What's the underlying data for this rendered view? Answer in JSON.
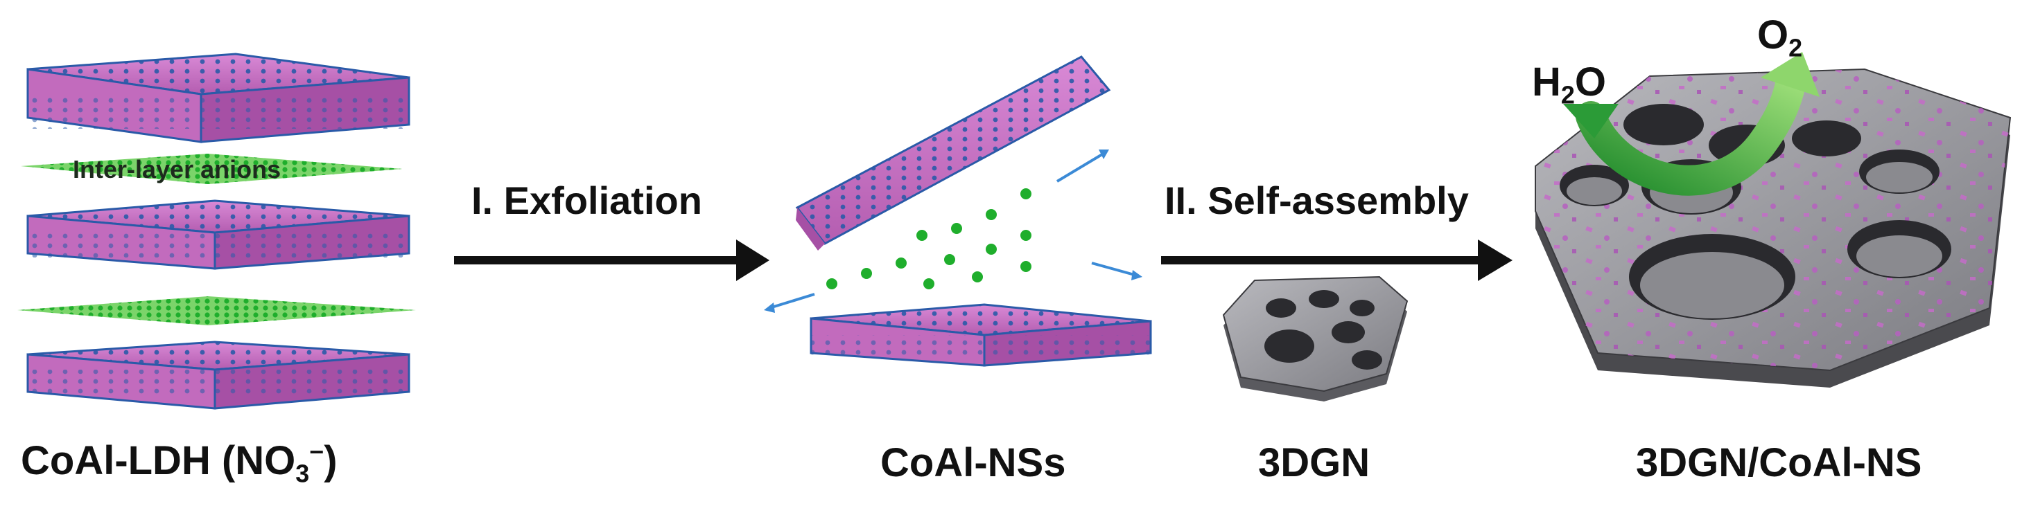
{
  "labels": {
    "ldh_prefix": "CoAl-LDH (NO",
    "ldh_sub": "3",
    "ldh_sup": "−",
    "ldh_suffix": ")",
    "nss": "CoAl-NSs",
    "dgn": "3DGN",
    "composite": "3DGN/CoAl-NS",
    "interlayer": "Inter-layer anions",
    "water_main": "H",
    "water_sub": "2",
    "water_end": "O",
    "oxygen_main": "O",
    "oxygen_sub": "2"
  },
  "steps": {
    "exfoliation": "I. Exfoliation",
    "assembly": "II. Self-assembly"
  },
  "colors": {
    "sheet": "#c86cc4",
    "sheet_dark": "#9a4a9a",
    "atom_blue": "#2a5aa8",
    "anion_green": "#1fae2c",
    "graphene": "#8e8e93",
    "graphene_dark": "#4a4a4e",
    "arrow": "#111111",
    "flow_green": "#4fb84f"
  }
}
